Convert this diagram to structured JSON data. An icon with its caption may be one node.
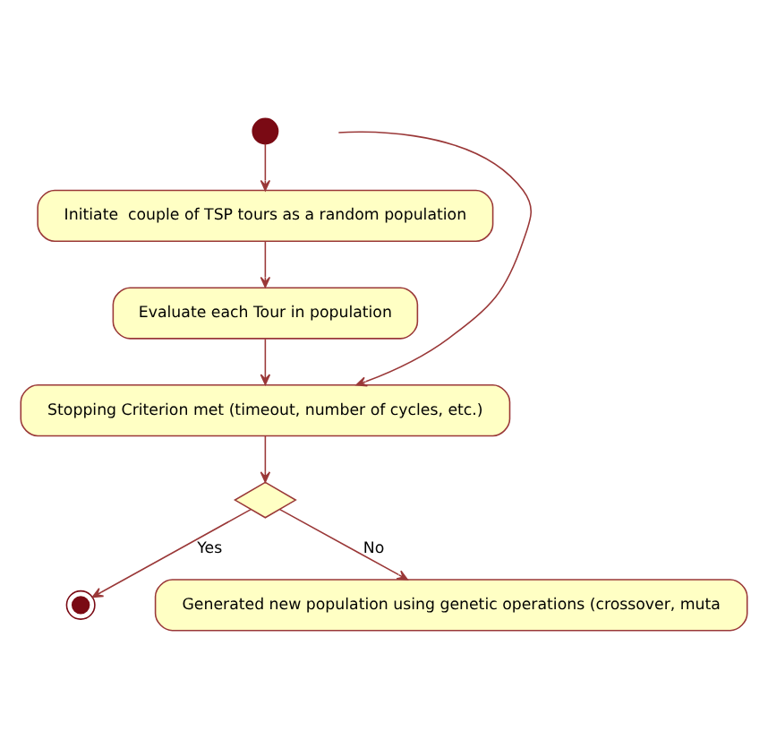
{
  "diagram": {
    "nodes": [
      {
        "text": [],
        "shape": "circle"
      },
      {
        "text": [
          "Initiate  couple of TSP tours as a random population"
        ]
      },
      {
        "text": [
          "Evaluate each Tour in population"
        ]
      },
      {
        "text": [
          "Stopping Criterion met (timeout, number of cycles, etc.)"
        ]
      },
      {
        "text": [],
        "shape": "diamond"
      },
      {
        "text": [],
        "shape": "circle"
      },
      {
        "text": [
          "Generated new population using genetic operations (crossover, muta"
        ]
      }
    ],
    "edges": [
      {
        "from": 0,
        "to": 1,
        "arrow": "to"
      },
      {
        "from": 1,
        "to": 2,
        "arrow": "to"
      },
      {
        "from": 2,
        "to": 3,
        "arrow": "to"
      },
      {
        "from": 3,
        "to": 4,
        "arrow": "to"
      },
      {
        "from": 4,
        "to": 5,
        "label": "Yes",
        "arrow": "to"
      },
      {
        "from": 4,
        "to": 6,
        "label": "No",
        "arrow": "to"
      },
      {
        "from": null,
        "to": 3,
        "arrow": "to"
      }
    ]
  }
}
